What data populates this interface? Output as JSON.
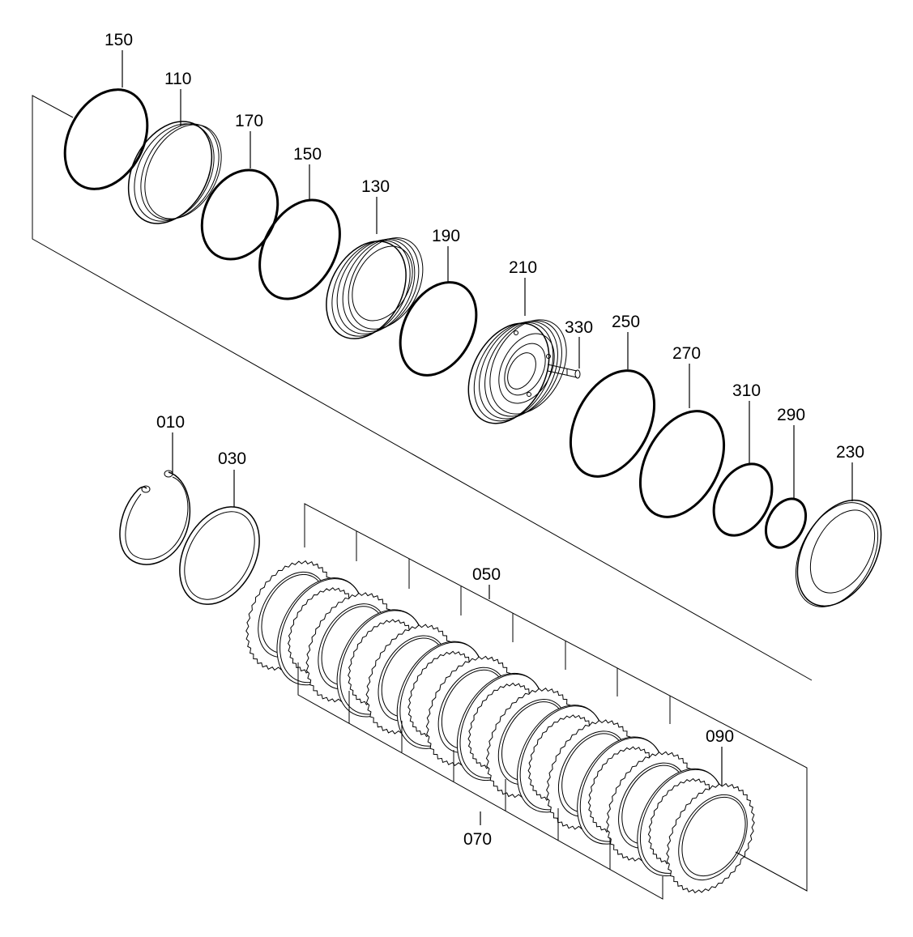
{
  "labels": {
    "p150a": "150",
    "p110": "110",
    "p170": "170",
    "p150b": "150",
    "p130": "130",
    "p190": "190",
    "p210": "210",
    "p330": "330",
    "p250": "250",
    "p270": "270",
    "p310": "310",
    "p290": "290",
    "p230": "230",
    "p010": "010",
    "p030": "030",
    "p050": "050",
    "p070": "070",
    "p090": "090"
  },
  "clutch_pack": {
    "friction_discs": 8,
    "steel_plates": 7
  }
}
